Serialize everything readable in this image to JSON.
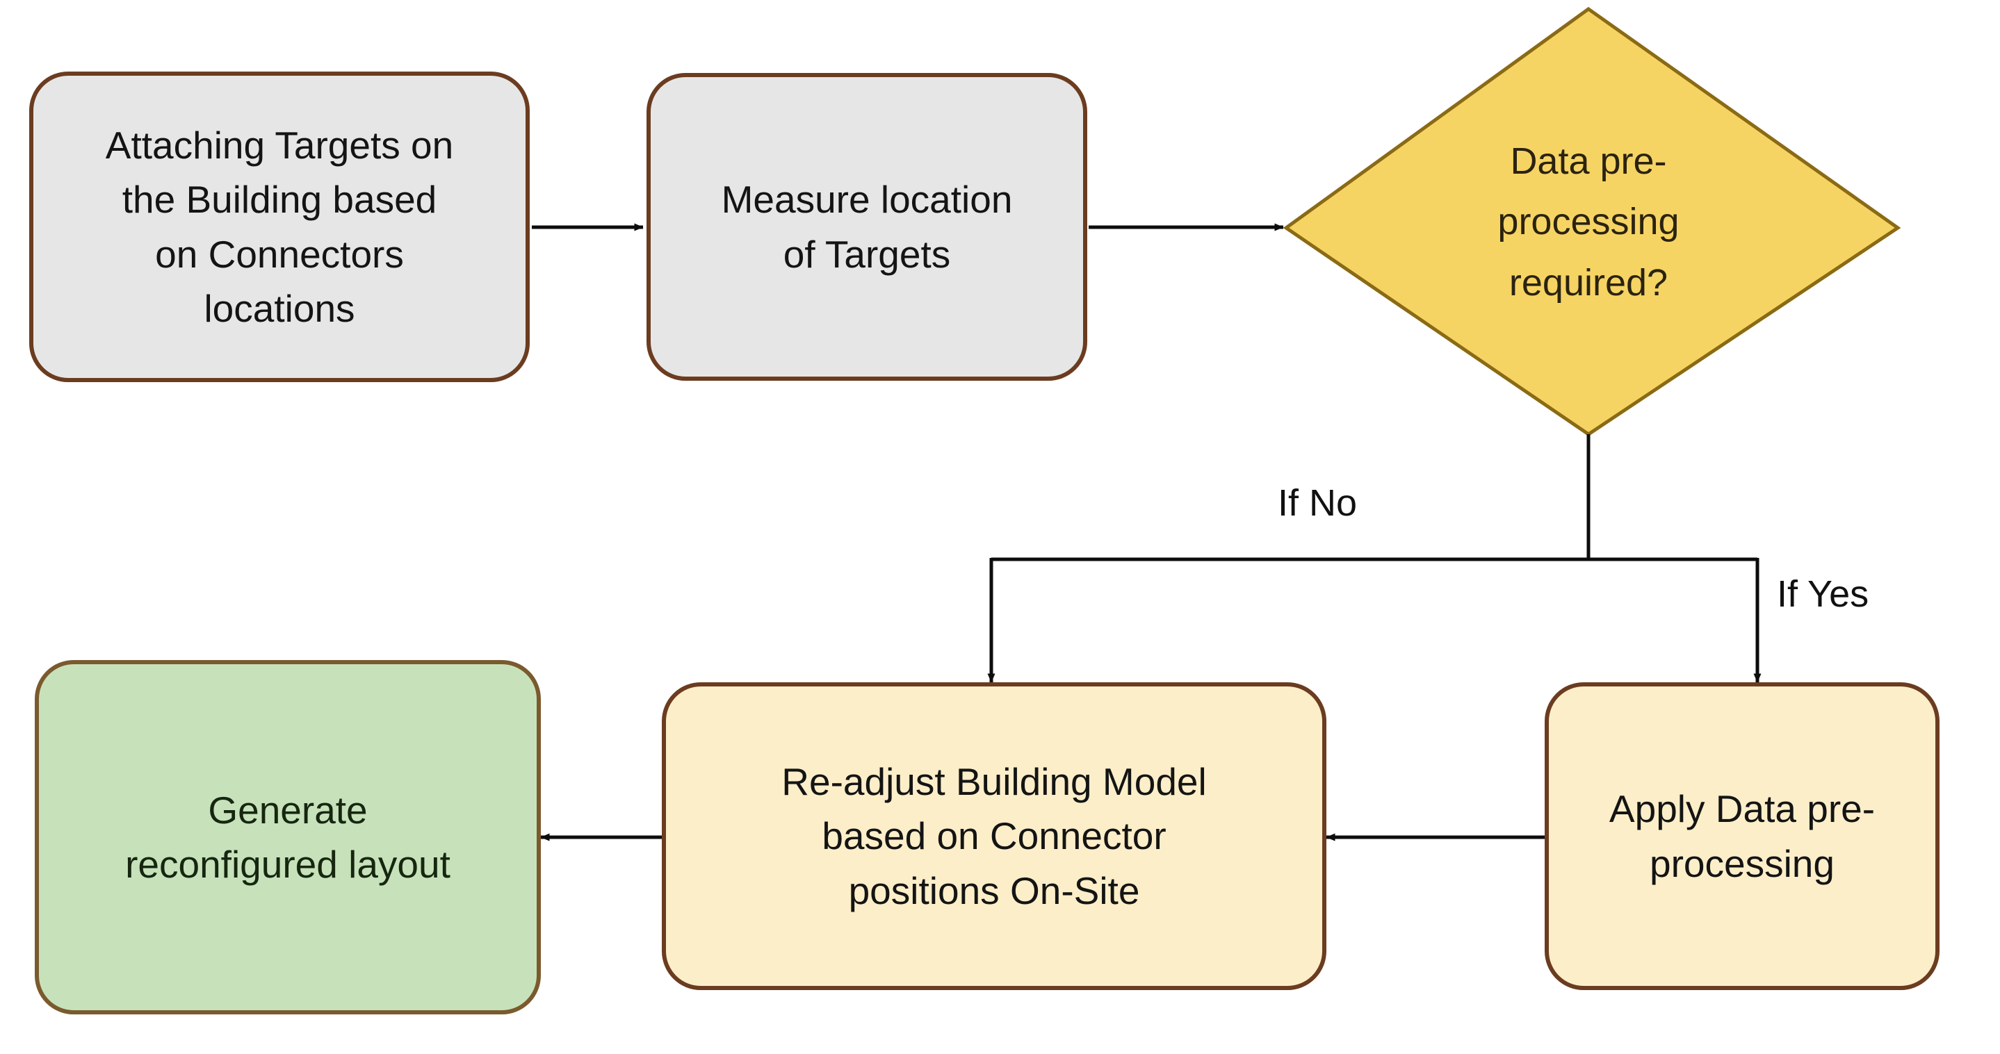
{
  "diagram": {
    "type": "flowchart",
    "title": "",
    "orientation": "left-to-right, two rows",
    "colors": {
      "process_gray_fill": "#e6e6e6",
      "process_cream_fill": "#fceec9",
      "terminator_green_fill": "#c7e2bb",
      "decision_yellow_fill": "#f5d濾"
    }
  },
  "nodes": {
    "attach_targets": {
      "label": "Attaching Targets on\nthe Building based\non Connectors\nlocations",
      "shape": "rounded-rectangle",
      "fill": "#e6e6e6",
      "border": "#6b3c20"
    },
    "measure_targets": {
      "label": "Measure location\nof Targets",
      "shape": "rounded-rectangle",
      "fill": "#e6e6e6",
      "border": "#6b3c20"
    },
    "decision": {
      "label": "Data pre-\nprocessing\nrequired?",
      "shape": "diamond",
      "fill": "#f6d playing",
      "border": "#8a6a14"
    },
    "apply_preprocessing": {
      "label": "Apply Data pre-\nprocessing",
      "shape": "rounded-rectangle",
      "fill": "#fceec9",
      "border": "#6b3c20"
    },
    "readjust_model": {
      "label": "Re-adjust Building Model\nbased on Connector\npositions On-Site",
      "shape": "rounded-rectangle",
      "fill": "#fceec9",
      "border": "#6b3c20"
    },
    "generate_layout": {
      "label": "Generate\nreconfigured layout",
      "shape": "rounded-rectangle",
      "fill": "#c7e2bb",
      "border": "#7a5a2e"
    }
  },
  "edge_labels": {
    "if_no": "If No",
    "if_yes": "If Yes"
  },
  "edges": [
    {
      "from": "attach_targets",
      "to": "measure_targets",
      "label": ""
    },
    {
      "from": "measure_targets",
      "to": "decision",
      "label": ""
    },
    {
      "from": "decision",
      "to": "readjust_model",
      "label": "If No"
    },
    {
      "from": "decision",
      "to": "apply_preprocessing",
      "label": "If Yes"
    },
    {
      "from": "apply_preprocessing",
      "to": "readjust_model",
      "label": ""
    },
    {
      "from": "readjust_model",
      "to": "generate_layout",
      "label": ""
    }
  ]
}
